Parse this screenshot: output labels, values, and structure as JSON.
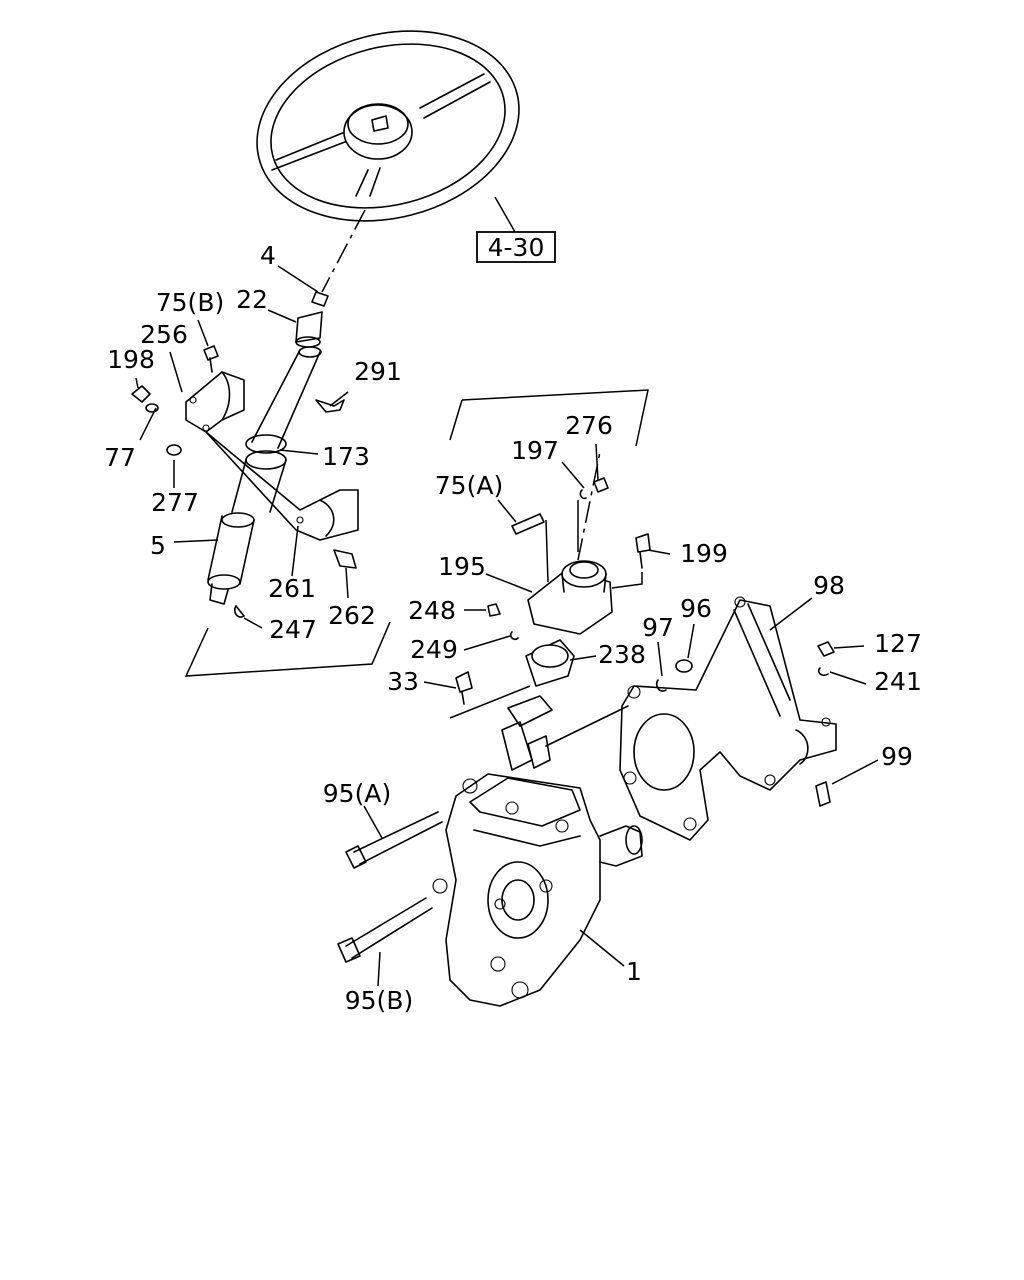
{
  "diagram": {
    "reference": "4-30",
    "parts": [
      {
        "key": "p4",
        "label": "4"
      },
      {
        "key": "p22",
        "label": "22"
      },
      {
        "key": "p75b",
        "label": "75(B)"
      },
      {
        "key": "p256",
        "label": "256"
      },
      {
        "key": "p198",
        "label": "198"
      },
      {
        "key": "p291",
        "label": "291"
      },
      {
        "key": "p77",
        "label": "77"
      },
      {
        "key": "p173",
        "label": "173"
      },
      {
        "key": "p277",
        "label": "277"
      },
      {
        "key": "p5",
        "label": "5"
      },
      {
        "key": "p261",
        "label": "261"
      },
      {
        "key": "p262",
        "label": "262"
      },
      {
        "key": "p247",
        "label": "247"
      },
      {
        "key": "p276",
        "label": "276"
      },
      {
        "key": "p197",
        "label": "197"
      },
      {
        "key": "p75a",
        "label": "75(A)"
      },
      {
        "key": "p199",
        "label": "199"
      },
      {
        "key": "p195",
        "label": "195"
      },
      {
        "key": "p98",
        "label": "98"
      },
      {
        "key": "p96",
        "label": "96"
      },
      {
        "key": "p248",
        "label": "248"
      },
      {
        "key": "p97",
        "label": "97"
      },
      {
        "key": "p127",
        "label": "127"
      },
      {
        "key": "p249",
        "label": "249"
      },
      {
        "key": "p238",
        "label": "238"
      },
      {
        "key": "p241",
        "label": "241"
      },
      {
        "key": "p33",
        "label": "33"
      },
      {
        "key": "p99",
        "label": "99"
      },
      {
        "key": "p95a",
        "label": "95(A)"
      },
      {
        "key": "p1",
        "label": "1"
      },
      {
        "key": "p95b",
        "label": "95(B)"
      }
    ]
  }
}
